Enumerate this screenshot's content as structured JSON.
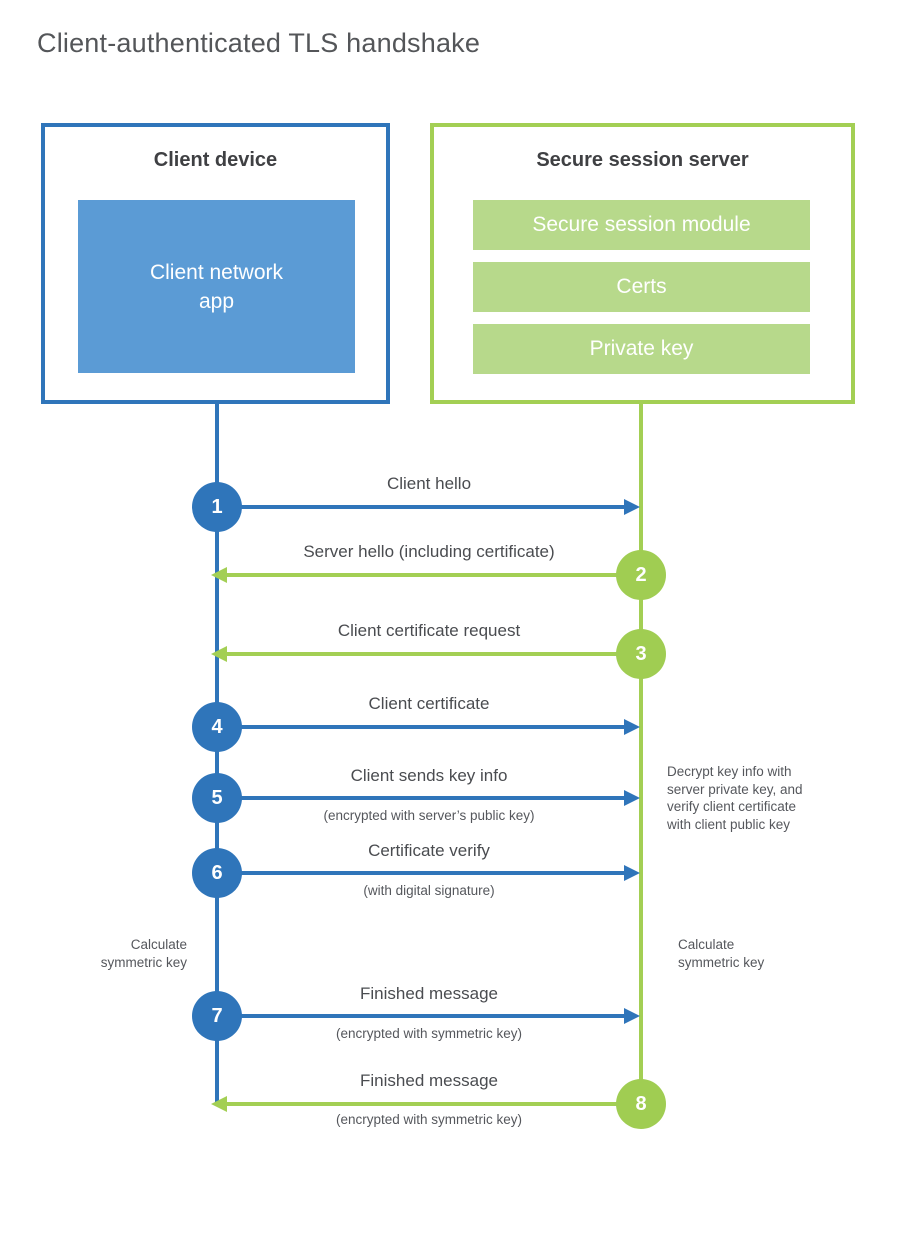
{
  "title": "Client-authenticated TLS handshake",
  "client_box": {
    "heading": "Client device",
    "app_label": "Client network\napp"
  },
  "server_box": {
    "heading": "Secure session server",
    "modules": [
      "Secure session module",
      "Certs",
      "Private key"
    ]
  },
  "steps": [
    {
      "num": "1",
      "label": "Client hello",
      "sub": "",
      "direction": "client-to-server"
    },
    {
      "num": "2",
      "label": "Server hello (including certificate)",
      "sub": "",
      "direction": "server-to-client"
    },
    {
      "num": "3",
      "label": "Client certificate request",
      "sub": "",
      "direction": "server-to-client"
    },
    {
      "num": "4",
      "label": "Client certificate",
      "sub": "",
      "direction": "client-to-server"
    },
    {
      "num": "5",
      "label": "Client sends key info",
      "sub": "(encrypted with server’s public key)",
      "direction": "client-to-server"
    },
    {
      "num": "6",
      "label": "Certificate verify",
      "sub": "(with digital signature)",
      "direction": "client-to-server"
    },
    {
      "num": "7",
      "label": "Finished message",
      "sub": "(encrypted with symmetric key)",
      "direction": "client-to-server"
    },
    {
      "num": "8",
      "label": "Finished message",
      "sub": "(encrypted with symmetric key)",
      "direction": "server-to-client"
    }
  ],
  "notes": {
    "decrypt": "Decrypt key info with\nserver private key, and\nverify client certificate\nwith client public key",
    "calc_left": "Calculate\nsymmetric key",
    "calc_right": "Calculate\nsymmetric key"
  },
  "colors": {
    "blue": "#2f75ba",
    "blue_fill": "#5b9bd5",
    "green": "#a3cf54",
    "green_fill": "#b7d98b",
    "heading_text": "#3f4043",
    "label_text": "#4a4c50"
  }
}
